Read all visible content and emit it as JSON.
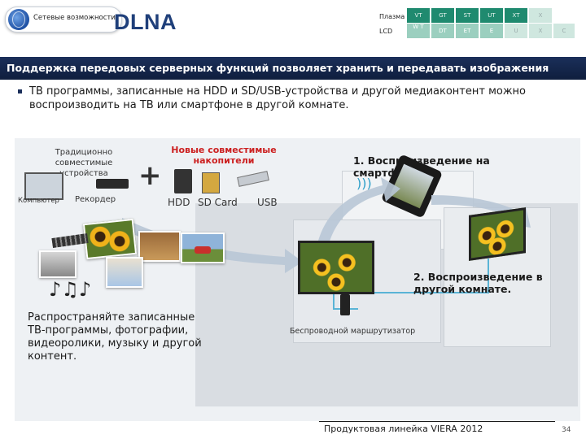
{
  "header": {
    "badge_label": "Сетевые возможности",
    "brand": "DLNA",
    "matrix": {
      "row1_label": "Плазма",
      "row2_label": "LCD",
      "row1": [
        "VT",
        "GT",
        "ST",
        "UT",
        "XT",
        "X"
      ],
      "row2": [
        "W T",
        "DT",
        "ET",
        "E",
        "U",
        "X",
        "C"
      ]
    }
  },
  "banner": {
    "text": "Поддержка передовых серверных функций позволяет хранить и передавать изображения"
  },
  "intro": {
    "text": "ТВ программы, записанные на HDD и SD/USB-устройства и другой медиаконтент можно воспроизводить на ТВ или смартфоне в другой комнате."
  },
  "legacy": {
    "title": "Традиционно совместимые устройства",
    "computer": "Компьютер",
    "recorder": "Рекордер"
  },
  "plus": "+",
  "new_storage": {
    "title": "Новые совместимые накопители",
    "hdd": "HDD",
    "sd": "SD Card",
    "usb": "USB"
  },
  "scenario1": "1. Воспроизведение на смартфоне.",
  "scenario2": "2. Воспроизведение в другой комнате.",
  "router_label": "Беспроводной маршрутизатор",
  "share_text": "Распространяйте записанные ТВ-программы, фотографии, видеоролики, музыку и другой контент.",
  "music_notes": "♪♫♪",
  "footer": {
    "text": "Продуктовая линейка VIERA 2012",
    "page": "34"
  },
  "colors": {
    "banner": "#1b2f5a",
    "accent": "#1f3f7a",
    "matrix_green": "#1f8a6f",
    "new_storage_red": "#cc2020"
  }
}
